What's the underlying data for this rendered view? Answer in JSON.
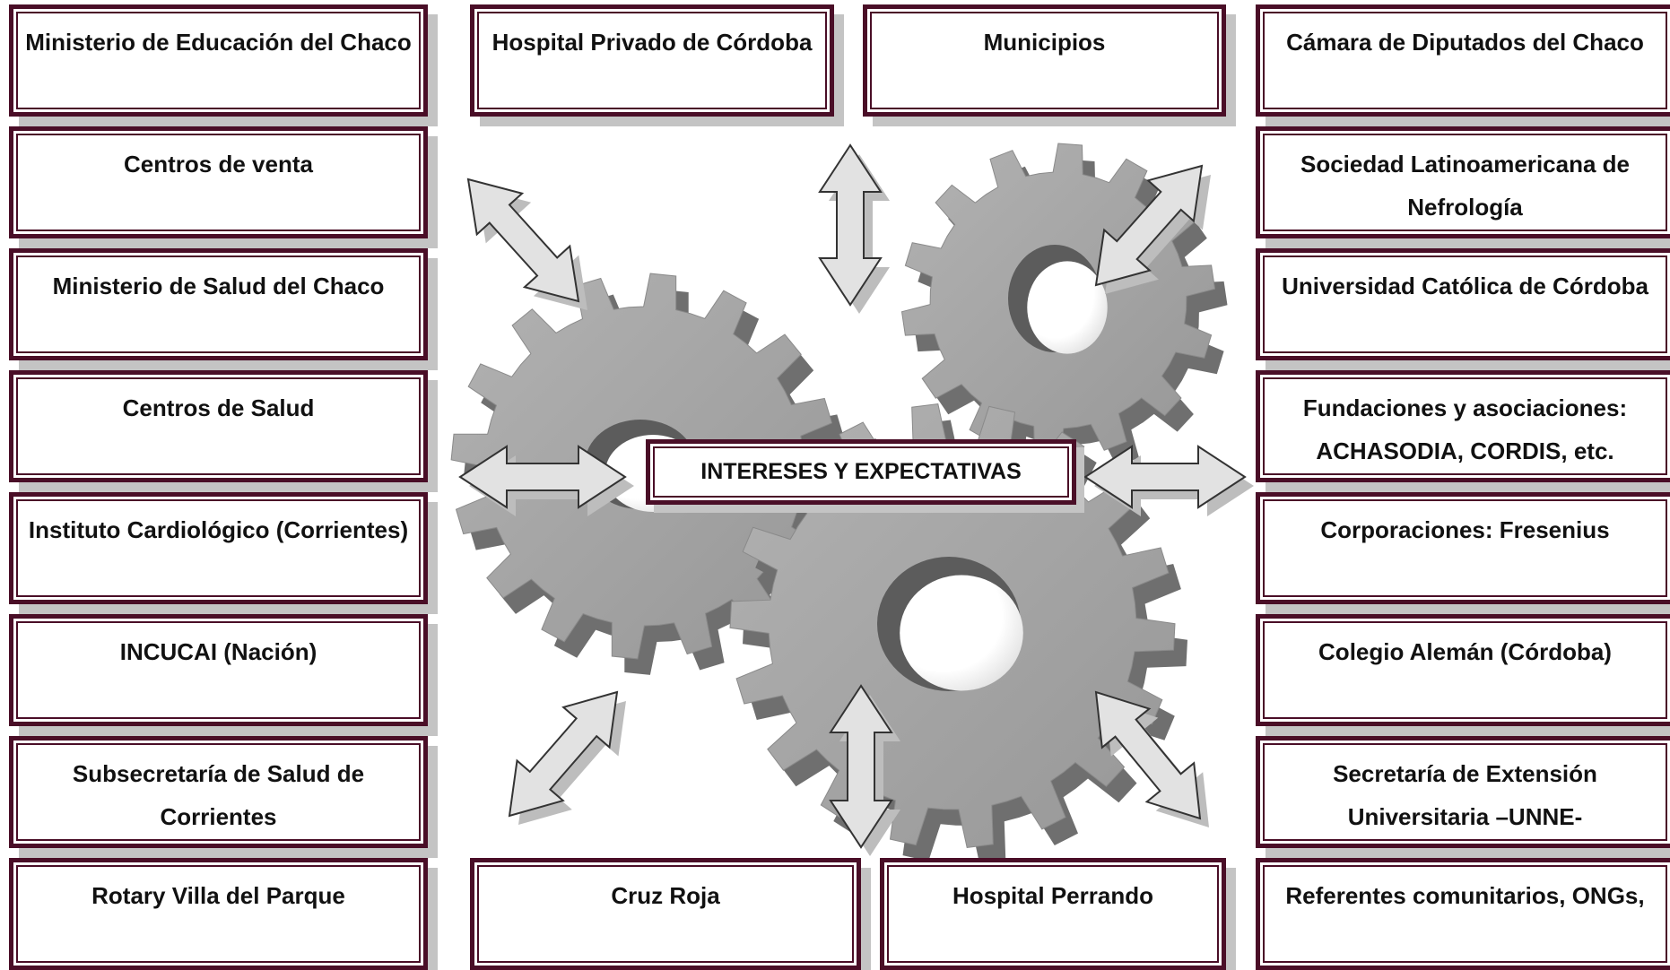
{
  "center_label": "INTERESES Y EXPECTATIVAS",
  "colors": {
    "border": "#4a0e27",
    "gear": "#a3a3a3",
    "arrow_fill": "#e2e2e2"
  },
  "left_column": [
    "Ministerio de Educación del Chaco",
    "Centros de venta",
    "Ministerio  de Salud del Chaco",
    "Centros de Salud",
    "Instituto Cardiológico (Corrientes)",
    "INCUCAI (Nación)",
    "Subsecretaría de Salud de Corrientes",
    "Rotary Villa del Parque"
  ],
  "right_column": [
    "Cámara de Diputados del Chaco",
    "Sociedad Latinoamericana de Nefrología",
    "Universidad Católica de Córdoba",
    "Fundaciones y asociaciones: ACHASODIA, CORDIS, etc.",
    "Corporaciones: Fresenius",
    "Colegio Alemán (Córdoba)",
    "Secretaría de Extensión Universitaria –UNNE-",
    "Referentes comunitarios, ONGs,"
  ],
  "top_row": [
    "Hospital Privado de Córdoba",
    "Municipios"
  ],
  "bottom_row": [
    "Cruz Roja",
    "Hospital Perrando"
  ]
}
